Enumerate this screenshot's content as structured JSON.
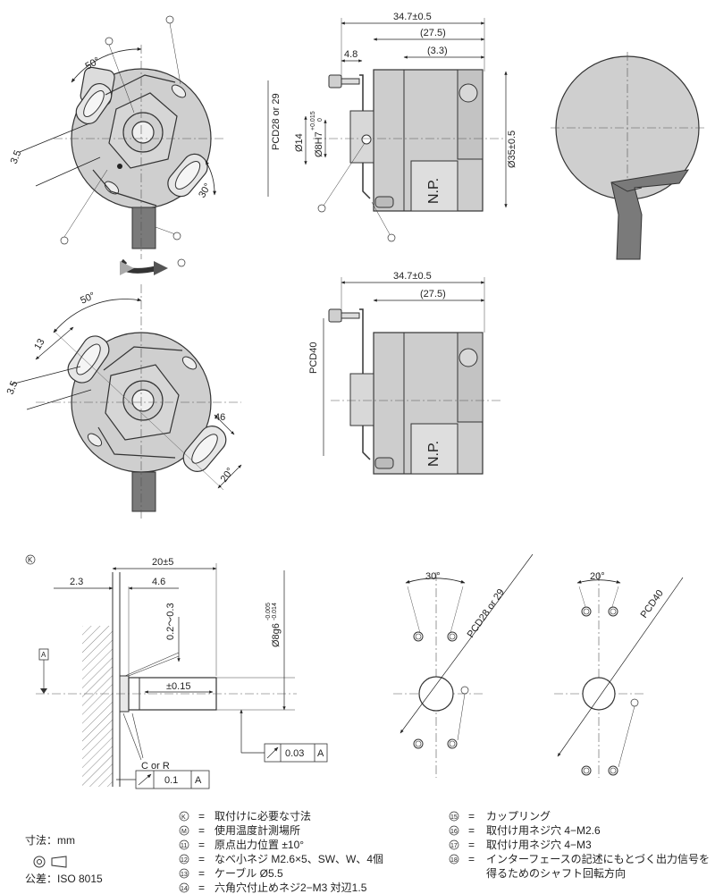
{
  "top_side": {
    "overall_length": "34.7±0.5",
    "body_length": "(27.5)",
    "step_length": "(3.3)",
    "flange_offset": "4.8",
    "pcd_label": "PCD28 or 29",
    "diameter_14": "Ø14",
    "bore_label": "Ø8H7",
    "bore_tol_upper": "+0.015",
    "bore_tol_lower": "0",
    "body_diameter": "Ø35±0.5",
    "nameplate": "N.P."
  },
  "top_front": {
    "angle_50": "50°",
    "dim_3_5": "3.5",
    "angle_30": "30°"
  },
  "bottom_front": {
    "angle_50": "50°",
    "dim_13": "13",
    "dim_3_5": "3.5",
    "dim_46": "46",
    "angle_20": "20°"
  },
  "bottom_side": {
    "overall_length": "34.7±0.5",
    "body_length": "(27.5)",
    "pcd_label": "PCD40",
    "nameplate": "N.P."
  },
  "shaft_detail": {
    "marker": "K",
    "length_20": "20±5",
    "dim_2_3": "2.3",
    "dim_4_6": "4.6",
    "gap": "0.2～0.3",
    "shaft_dia": "Ø8g6",
    "shaft_tol_upper": "-0.005",
    "shaft_tol_lower": "-0.014",
    "tol_015": "±0.15",
    "datum": "A",
    "fcf_top_value": "0.03",
    "fcf_top_datum": "A",
    "chamfer": "C or R",
    "fcf_bottom_value": "0.1",
    "fcf_bottom_datum": "A"
  },
  "pattern_30": {
    "angle": "30°",
    "pcd": "PCD28 or 29"
  },
  "pattern_20": {
    "angle": "20°",
    "pcd": "PCD40"
  },
  "legend": {
    "units_label": "寸法：mm",
    "tolerance_label": "公差：ISO 8015",
    "left": [
      {
        "mark": "K",
        "eq": "=",
        "text": "取付けに必要な寸法"
      },
      {
        "mark": "M",
        "eq": "=",
        "text": "使用温度計測場所"
      },
      {
        "mark": "11",
        "eq": "=",
        "text": "原点出力位置  ±10°"
      },
      {
        "mark": "12",
        "eq": "=",
        "text": "なべ小ネジ M2.6×5、SW、W、4個"
      },
      {
        "mark": "13",
        "eq": "=",
        "text": "ケーブル  Ø5.5"
      },
      {
        "mark": "14",
        "eq": "=",
        "text": "六角穴付止めネジ2−M3  対辺1.5"
      }
    ],
    "right": [
      {
        "mark": "15",
        "eq": "=",
        "text": "カップリング"
      },
      {
        "mark": "16",
        "eq": "=",
        "text": "取付け用ネジ穴 4−M2.6"
      },
      {
        "mark": "17",
        "eq": "=",
        "text": "取付け用ネジ穴 4−M3"
      },
      {
        "mark": "18",
        "eq": "=",
        "text": "インターフェースの記述にもとづく出力信号を"
      }
    ],
    "right_cont": "得るためのシャフト回転方向"
  }
}
